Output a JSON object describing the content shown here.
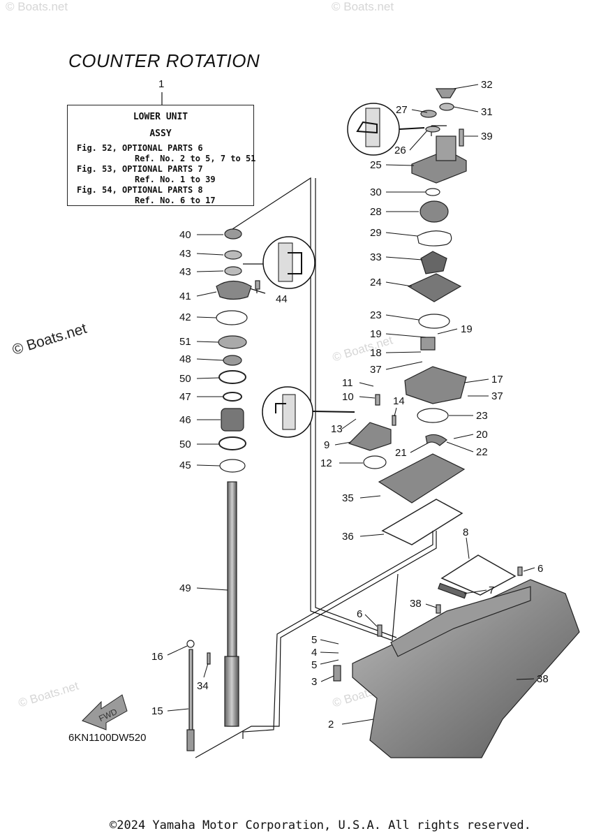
{
  "title": "COUNTER ROTATION",
  "legend": {
    "ref": "1",
    "line1": "LOWER UNIT",
    "line2": "ASSY",
    "fig52": "Fig. 52, OPTIONAL PARTS 6",
    "fig52_ref": "Ref. No. 2 to 5, 7 to 51",
    "fig53": "Fig. 53, OPTIONAL PARTS 7",
    "fig53_ref": "Ref. No. 1 to 39",
    "fig54": "Fig. 54, OPTIONAL PARTS 8",
    "fig54_ref": "Ref. No. 6 to 17"
  },
  "watermark": "© Boats.net",
  "fwd_label": "FWD",
  "diagram_code": "6KN1100DW520",
  "copyright": "©2024 Yamaha Motor Corporation, U.S.A. All rights reserved.",
  "callouts": [
    "1",
    "2",
    "3",
    "4",
    "5",
    "5",
    "6",
    "6",
    "7",
    "8",
    "9",
    "10",
    "11",
    "12",
    "13",
    "14",
    "15",
    "16",
    "17",
    "18",
    "19",
    "19",
    "20",
    "21",
    "22",
    "23",
    "23",
    "24",
    "25",
    "26",
    "27",
    "28",
    "29",
    "30",
    "31",
    "32",
    "33",
    "34",
    "35",
    "36",
    "37",
    "37",
    "38",
    "38",
    "39",
    "40",
    "41",
    "42",
    "43",
    "43",
    "44",
    "45",
    "46",
    "47",
    "48",
    "49",
    "50",
    "50",
    "51"
  ]
}
